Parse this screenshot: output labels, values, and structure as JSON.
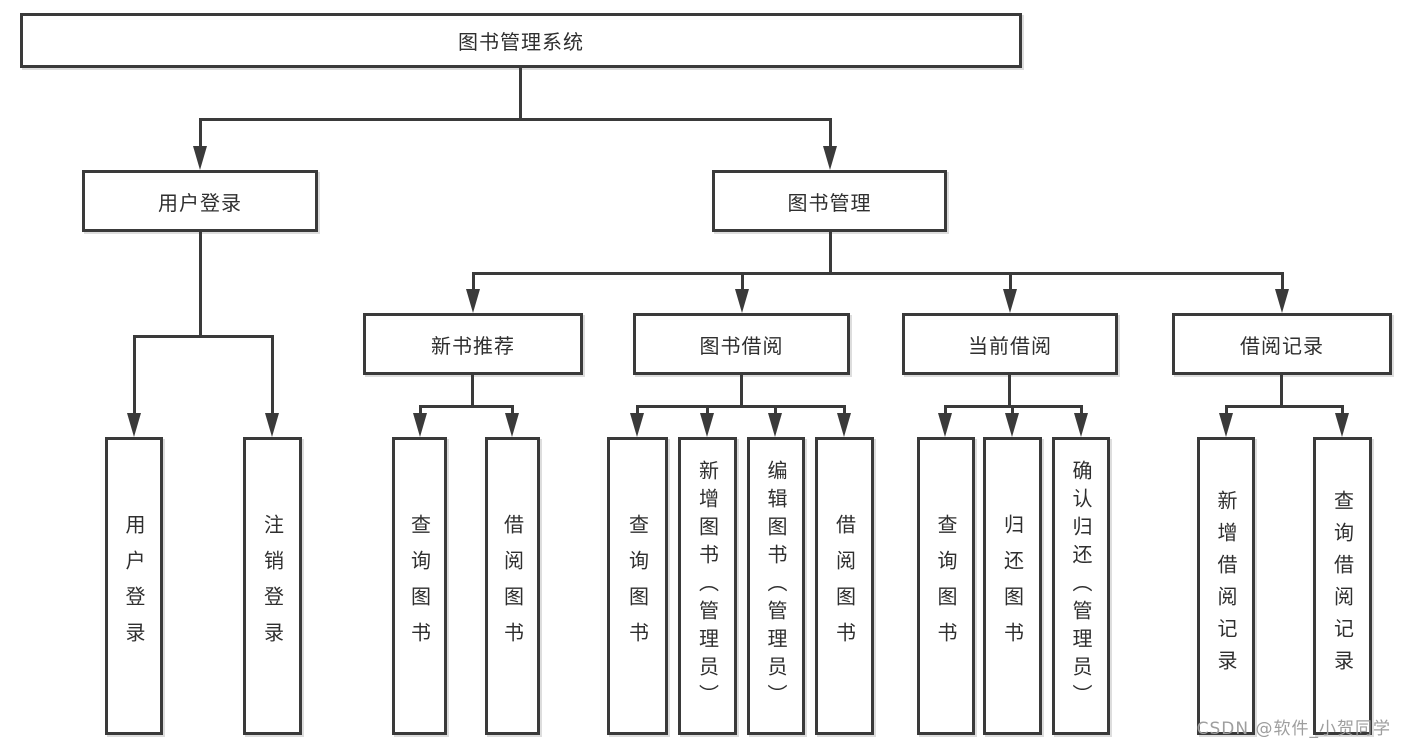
{
  "title": {
    "label": "图书管理系统"
  },
  "level2": [
    {
      "id": "user-login",
      "label": "用户登录"
    },
    {
      "id": "book-management",
      "label": "图书管理"
    }
  ],
  "level3": [
    {
      "id": "new-book-recommend",
      "label": "新书推荐"
    },
    {
      "id": "book-borrow",
      "label": "图书借阅"
    },
    {
      "id": "current-borrow",
      "label": "当前借阅"
    },
    {
      "id": "borrow-record",
      "label": "借阅记录"
    }
  ],
  "leaves": {
    "user_login": [
      "用户登录",
      "注销登录"
    ],
    "new_book": [
      "查询图书",
      "借阅图书"
    ],
    "book_borrow": [
      "查询图书",
      "新增图书（管理员）",
      "编辑图书（管理员）",
      "借阅图书"
    ],
    "current_borrow": [
      "查询图书",
      "归还图书",
      "确认归还（管理员）"
    ],
    "borrow_record": [
      "新增借阅记录",
      "查询借阅记录"
    ]
  },
  "watermark": "CSDN @软件_小贺同学",
  "colors": {
    "line": "#3a3a3a",
    "text": "#2f2f2f",
    "watermark": "#9e9e9e",
    "background": "#ffffff"
  }
}
